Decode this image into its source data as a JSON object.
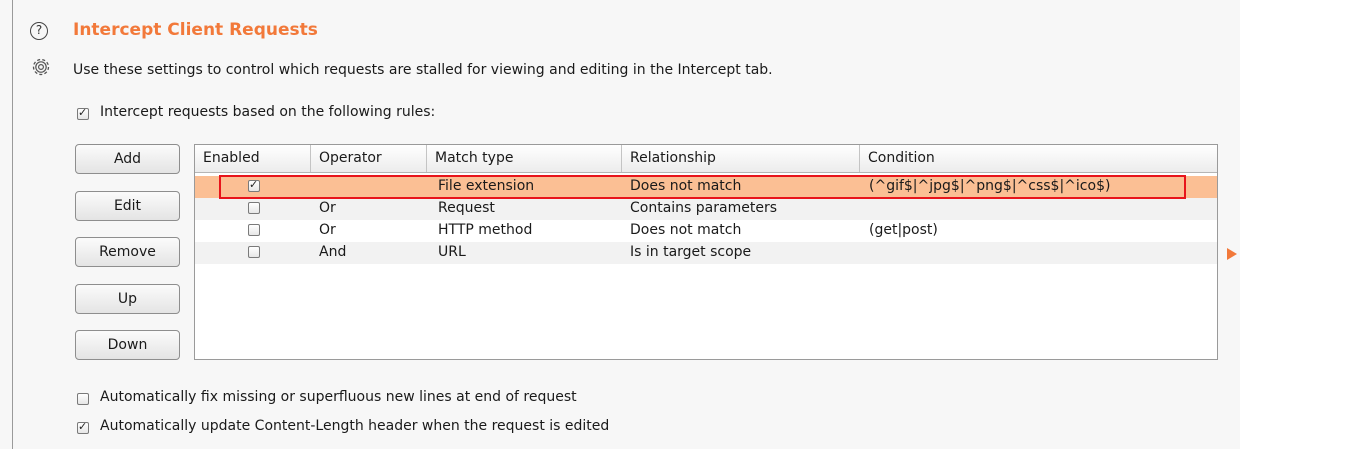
{
  "section": {
    "title": "Intercept Client Requests",
    "description": "Use these settings to control which requests are stalled for viewing and editing in the Intercept tab."
  },
  "icons": {
    "help": "?",
    "settings": "gear-icon"
  },
  "intercept_rules": {
    "label": "Intercept requests based on the following rules:",
    "checked": true
  },
  "buttons": {
    "add": "Add",
    "edit": "Edit",
    "remove": "Remove",
    "up": "Up",
    "down": "Down"
  },
  "table": {
    "columns": [
      "Enabled",
      "Operator",
      "Match type",
      "Relationship",
      "Condition"
    ],
    "rows": [
      {
        "enabled": true,
        "operator": "",
        "match_type": "File extension",
        "relationship": "Does not match",
        "condition": "(^gif$|^jpg$|^png$|^css$|^ico$)"
      },
      {
        "enabled": false,
        "operator": "Or",
        "match_type": "Request",
        "relationship": "Contains parameters",
        "condition": ""
      },
      {
        "enabled": false,
        "operator": "Or",
        "match_type": "HTTP method",
        "relationship": "Does not match",
        "condition": "(get|post)"
      },
      {
        "enabled": false,
        "operator": "And",
        "match_type": "URL",
        "relationship": "Is in target scope",
        "condition": ""
      }
    ]
  },
  "options": {
    "fix_newlines": {
      "label": "Automatically fix missing or superfluous new lines at end of request",
      "checked": false
    },
    "update_content_length": {
      "label": "Automatically update Content-Length header when the request is edited",
      "checked": true
    }
  },
  "colors": {
    "accent": "#f2793a",
    "selected_row": "#fbbf94",
    "highlight_border": "#e8141b"
  }
}
